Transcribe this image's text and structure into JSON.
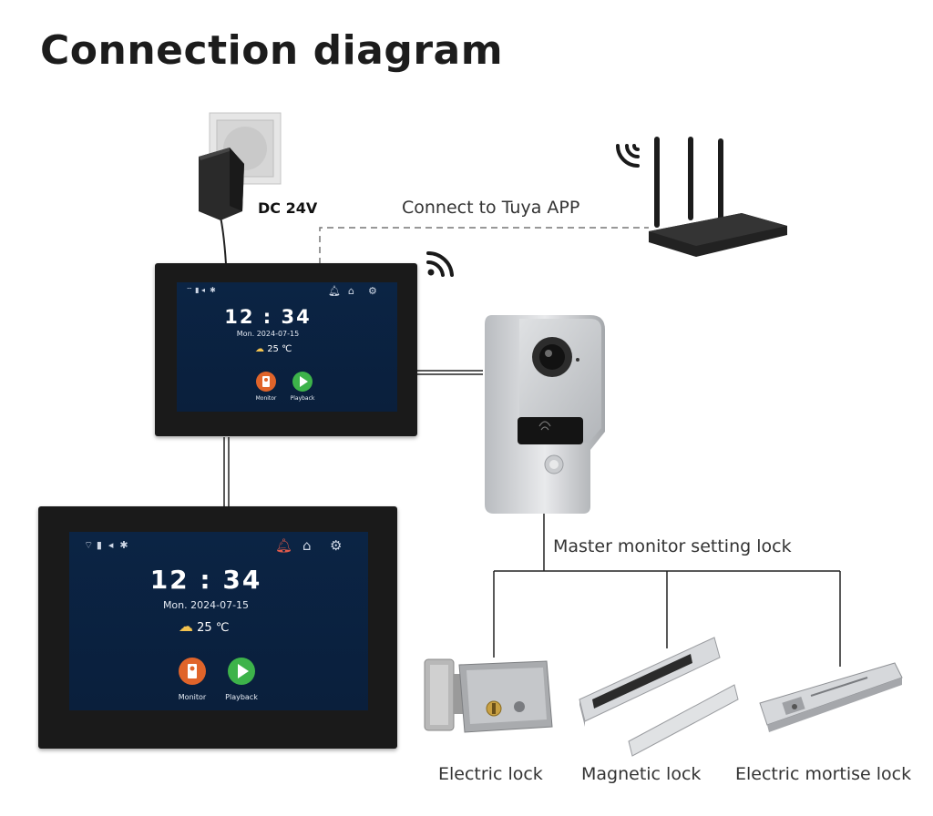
{
  "title": "Connection diagram",
  "power": {
    "label": "DC 24V"
  },
  "wifi_link": {
    "label": "Connect to Tuya APP"
  },
  "doorbell_link": {
    "label": "Master monitor setting lock"
  },
  "locks": [
    {
      "label": "Electric lock"
    },
    {
      "label": "Magnetic lock"
    },
    {
      "label": "Electric mortise lock"
    }
  ],
  "monitor_screen": {
    "time": "12 : 34",
    "date": "Mon.  2024-07-15",
    "temperature": "25 ℃",
    "apps": [
      {
        "label": "Monitor",
        "color": "#e0642a"
      },
      {
        "label": "Playback",
        "color": "#3db34a"
      }
    ]
  },
  "colors": {
    "wire": "#222222",
    "dashed_wire": "#777777",
    "screen": "#0b2444"
  }
}
